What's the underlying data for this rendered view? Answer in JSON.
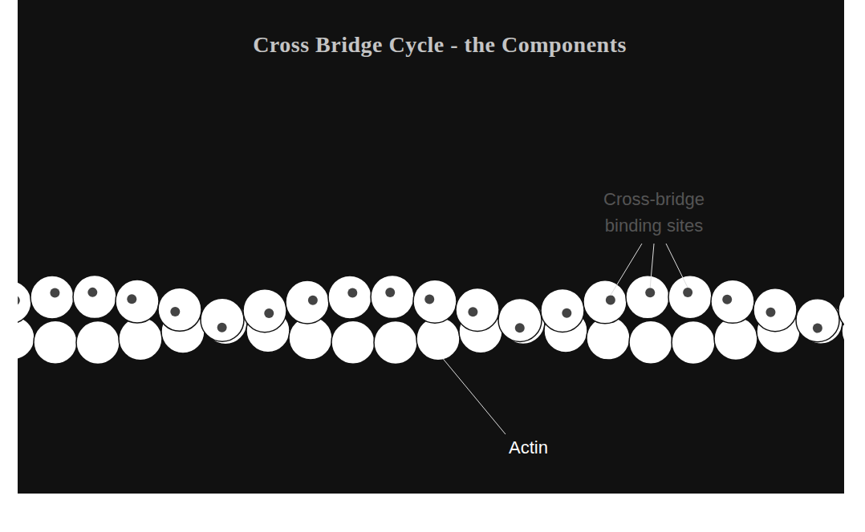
{
  "diagram": {
    "title": "Cross Bridge Cycle - the Components",
    "labels": [
      "Cross-bridge binding sites",
      "Actin"
    ]
  }
}
